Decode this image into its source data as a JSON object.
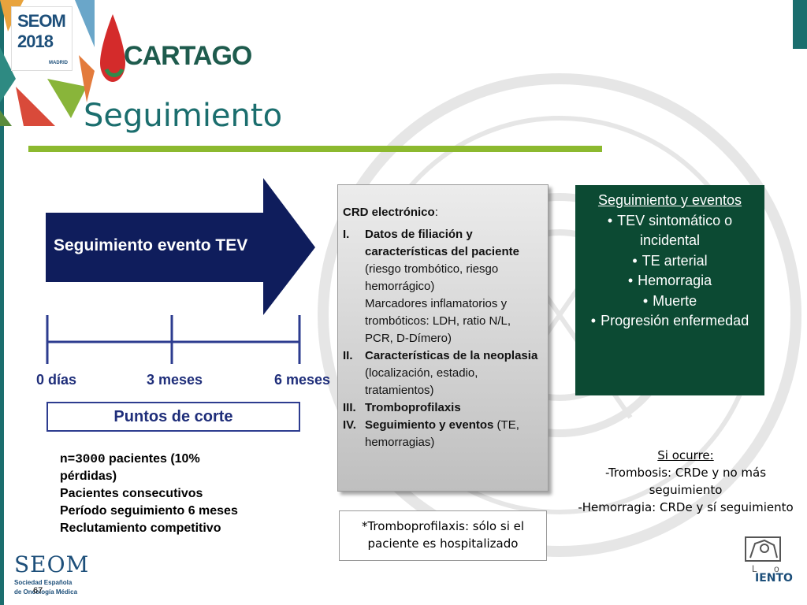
{
  "logos": {
    "seom2018_line1": "SEOM",
    "seom2018_line2": "2018",
    "seom2018_city": "MADRID",
    "cartago": "CARTAGO"
  },
  "title": "Seguimiento",
  "arrow": {
    "label": "Seguimiento evento TEV"
  },
  "timeline": {
    "ticks": [
      "0 días",
      "3 meses",
      "6 meses"
    ],
    "cut_label": "Puntos de corte"
  },
  "stats": {
    "n": "n=3000",
    "line1_rest": " pacientes (10%",
    "line2": "pérdidas)",
    "line3": "Pacientes consecutivos",
    "line4": "Período seguimiento 6 meses",
    "line5": "Reclutamiento competitivo"
  },
  "crd": {
    "title": "CRD electrónico",
    "title_suffix": ":",
    "items": [
      {
        "num": "I.",
        "head": "Datos de filiación y características del paciente",
        "detail1": "(riesgo trombótico, riesgo hemorrágico)",
        "detail2": "Marcadores inflamatorios y trombóticos: LDH, ratio N/L, PCR, D-Dímero)"
      },
      {
        "num": "II.",
        "head": "Características de la neoplasia",
        "detail": "(localización, estadio, tratamientos)"
      },
      {
        "num": "III.",
        "head": "Tromboprofilaxis",
        "detail": ""
      },
      {
        "num": "IV.",
        "head": "Seguimiento y eventos",
        "detail": " (TE, hemorragias)"
      }
    ]
  },
  "footnote": "*Tromboprofilaxis: sólo si el paciente es hospitalizado",
  "events": {
    "title": "Seguimiento y eventos",
    "bullet": "•",
    "items": [
      "TEV sintomático o incidental",
      "TE arterial",
      "Hemorragia",
      "Muerte",
      "Progresión enfermedad"
    ]
  },
  "note": {
    "title": "Si ocurre:",
    "line1": "-Trombosis: CRDe y no más seguimiento",
    "line2": "-Hemorragia: CRDe y sí seguimiento"
  },
  "footer": {
    "seom": "SEOM",
    "seom_sub1": "Sociedad Española",
    "seom_sub2": "de Oncología Médica",
    "page": "67",
    "anniv": "IENTO"
  },
  "colors": {
    "teal": "#1b6e6e",
    "navy": "#0f1d5c",
    "green_box": "#0c4a33",
    "lime": "#8cb92f"
  }
}
